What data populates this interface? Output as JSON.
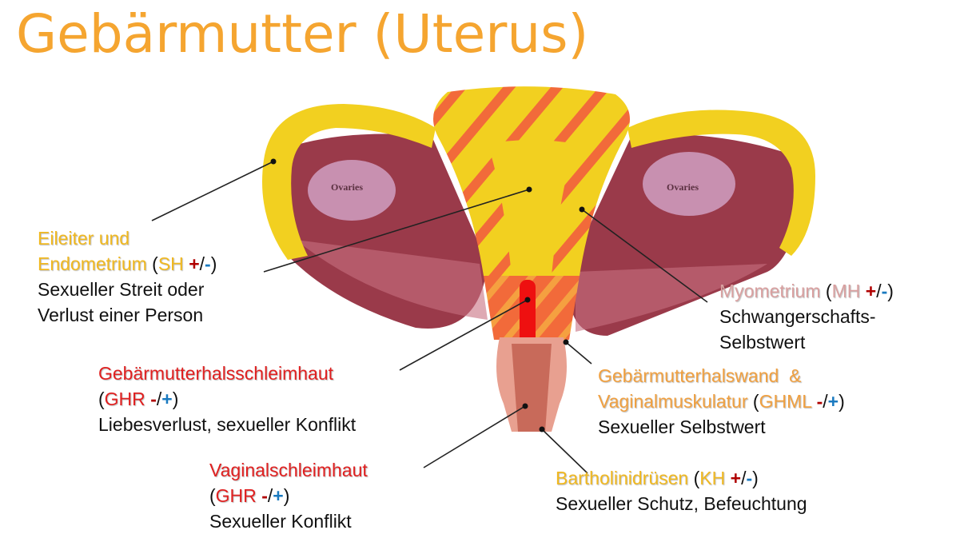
{
  "title": "Gebärmutter (Uterus)",
  "ovaries": {
    "left": "Ovaries",
    "right": "Ovaries"
  },
  "colors": {
    "title": "#f5a530",
    "plus": "#b00000",
    "minus": "#1a7ac0",
    "gold": "#f0b820",
    "orange": "#f0a040",
    "pink": "#d9a0a0",
    "red": "#e02020"
  },
  "labels": {
    "eileiter": {
      "name1": "Eileiter und",
      "name2": "Endometrium",
      "open": "(",
      "code": "SH",
      "s1": "+",
      "slash": "/",
      "s2": "-",
      "close": ")",
      "desc1": "Sexueller Streit oder",
      "desc2": "Verlust einer Person"
    },
    "myometrium": {
      "name": "Myometrium",
      "open": "(",
      "code": "MH",
      "s1": "+",
      "slash": "/",
      "s2": "-",
      "close": ")",
      "desc1": "Schwangerschafts-",
      "desc2": "Selbstwert"
    },
    "ghschleimhaut": {
      "name": "Gebärmutterhalsschleimhaut",
      "open": "(",
      "code": "GHR",
      "s1": "-",
      "slash": "/",
      "s2": "+",
      "close": ")",
      "desc1": "Liebesverlust, sexueller Konflikt"
    },
    "ghwand": {
      "name1": "Gebärmutterhalswand  &",
      "name2": "Vaginalmuskulatur",
      "open": "(",
      "code": "GHML",
      "s1": "-",
      "slash": "/",
      "s2": "+",
      "close": ")",
      "desc1": "Sexueller Selbstwert"
    },
    "vaginal": {
      "name": "Vaginalschleimhaut",
      "open": "(",
      "code": "GHR",
      "s1": "-",
      "slash": "/",
      "s2": "+",
      "close": ")",
      "desc1": "Sexueller Konflikt"
    },
    "bartholin": {
      "name": "Bartholinidrüsen",
      "open": "(",
      "code": "KH",
      "s1": "+",
      "slash": "/",
      "s2": "-",
      "close": ")",
      "desc1": "Sexueller Schutz, Befeuchtung"
    }
  }
}
